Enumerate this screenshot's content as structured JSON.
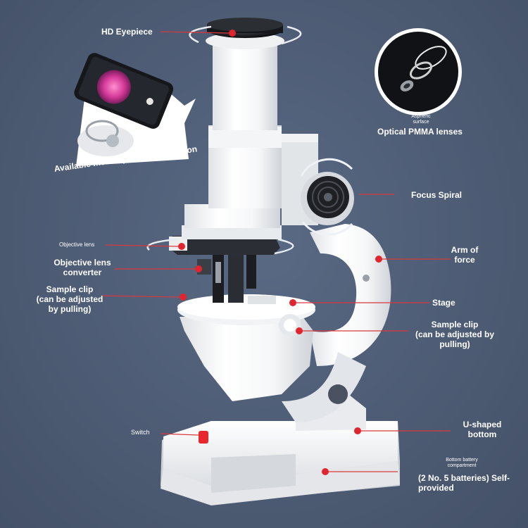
{
  "labels": {
    "hd_eyepiece": "HD Eyepiece",
    "mobile": "Available mobile phone observation",
    "aspheric": "Aspheric\nsurface",
    "pmma": "Optical PMMA lenses",
    "focus": "Focus Spiral",
    "objective_lens": "Objective lens",
    "arm": "Arm of\nforce",
    "converter": "Objective lens\nconverter",
    "clip_left": "Sample clip\n(can be adjusted\nby pulling)",
    "stage": "Stage",
    "clip_right": "Sample clip\n(can be adjusted by\npulling)",
    "switch": "Switch",
    "u_bottom": "U-shaped\nbottom",
    "battery_small": "Bottom battery\ncompartment",
    "battery": "(2 No. 5 batteries) Self-\nprovided"
  },
  "colors": {
    "background": "#4d5c74",
    "label_text": "#ffffff",
    "pointer_line": "#d9383f",
    "pointer_dot": "#e0252f",
    "switch": "#e8262e"
  }
}
